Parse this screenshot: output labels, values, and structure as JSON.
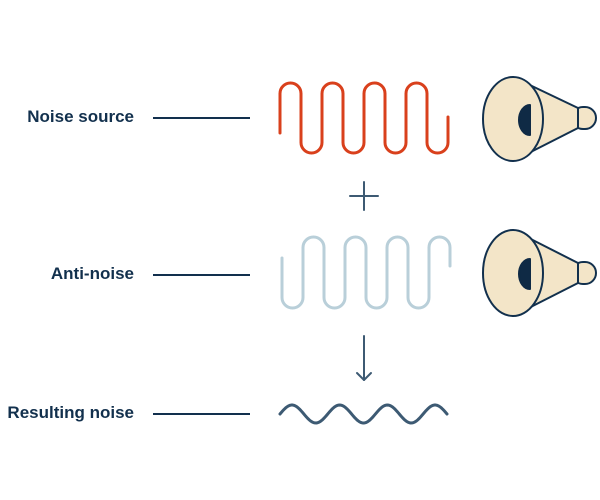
{
  "diagram": {
    "rows": [
      {
        "id": "noise-source",
        "label": "Noise source",
        "wave_color": "#d9401c"
      },
      {
        "id": "anti-noise",
        "label": "Anti-noise",
        "wave_color": "#b9cfd9"
      },
      {
        "id": "resulting-noise",
        "label": "Resulting noise",
        "wave_color": "#3d5a73"
      }
    ],
    "operators": {
      "combine_icon": "plus-icon",
      "result_icon": "arrow-down-icon"
    },
    "colors": {
      "text": "#12304d",
      "connector_line": "#12304d",
      "operator": "#3d5a73",
      "speaker_fill": "#f3e5c8",
      "speaker_outline": "#12304d",
      "speaker_driver": "#0f2a45"
    }
  }
}
